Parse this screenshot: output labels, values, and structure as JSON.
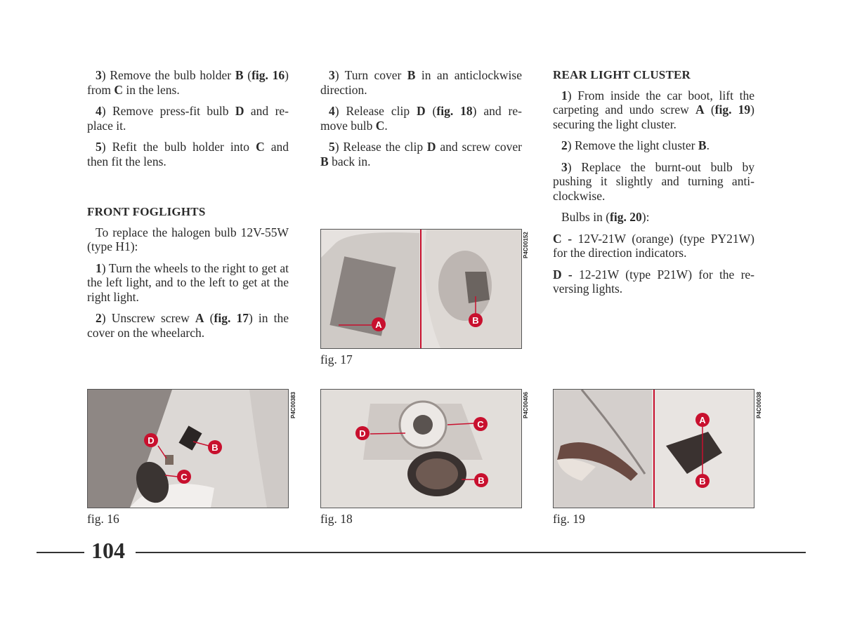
{
  "col1": {
    "p1": {
      "n": "3",
      "t1": ") Remove the bulb holder ",
      "b1": "B",
      "t2": " (",
      "b2": "fig. 16",
      "t3": ") from ",
      "b3": "C",
      "t4": " in the lens."
    },
    "p2": {
      "n": "4",
      "t1": ") Remove press-fit bulb ",
      "b1": "D",
      "t2": " and re-place it."
    },
    "p3": {
      "n": "5",
      "t1": ") Refit the bulb holder into ",
      "b1": "C",
      "t2": " and then fit the lens."
    },
    "heading": "FRONT FOGLIGHTS",
    "p4": "To replace the halogen bulb 12V-55W (type H1):",
    "p5": {
      "n": "1",
      "t1": ") Turn the wheels to the right to get at the left light, and to the left to get at the right light."
    },
    "p6": {
      "n": "2",
      "t1": ") Unscrew screw ",
      "b1": "A",
      "t2": " (",
      "b2": "fig. 17",
      "t3": ") in the cover on the wheelarch."
    }
  },
  "col2": {
    "p1": {
      "n": "3",
      "t1": ") Turn cover ",
      "b1": "B",
      "t2": " in an anticlockwise direction."
    },
    "p2": {
      "n": "4",
      "t1": ") Release clip ",
      "b1": "D",
      "t2": " (",
      "b2": "fig. 18",
      "t3": ") and re-move bulb ",
      "b3": "C",
      "t4": "."
    },
    "p3": {
      "n": "5",
      "t1": ") Release the clip ",
      "b1": "D",
      "t2": " and screw cover ",
      "b3": "B",
      "t3": " back in."
    }
  },
  "col3": {
    "heading": "REAR LIGHT CLUSTER",
    "p1": {
      "n": "1",
      "t1": ") From inside the car boot, lift the carpeting and undo screw ",
      "b1": "A",
      "t2": " (",
      "b2": "fig. 19",
      "t3": ") securing the light cluster."
    },
    "p2": {
      "n": "2",
      "t1": ") Remove the light cluster ",
      "b1": "B",
      "t2": "."
    },
    "p3": {
      "n": "3",
      "t1": ") Replace the burnt-out bulb by pushing it slightly and turning anti-clockwise."
    },
    "p4": {
      "t1": "Bulbs in (",
      "b1": "fig. 20",
      "t2": "):"
    },
    "p5": {
      "b1": "C -",
      "t1": " 12V-21W (orange) (type PY21W) for the direction indicators."
    },
    "p6": {
      "b1": "D -",
      "t1": " 12-21W (type P21W) for the re-versing lights."
    }
  },
  "figures": {
    "fig17": {
      "caption": "fig. 17",
      "code": "P4C00152",
      "labels": [
        "A",
        "B"
      ]
    },
    "fig16": {
      "caption": "fig. 16",
      "code": "P4C00383",
      "labels": [
        "D",
        "B",
        "C"
      ]
    },
    "fig18": {
      "caption": "fig. 18",
      "code": "P4C00406",
      "labels": [
        "D",
        "C",
        "B"
      ]
    },
    "fig19": {
      "caption": "fig. 19",
      "code": "P4C00038",
      "labels": [
        "A",
        "B"
      ]
    }
  },
  "page_number": "104",
  "colors": {
    "callout": "#c8102e",
    "text": "#2a2a2a"
  }
}
